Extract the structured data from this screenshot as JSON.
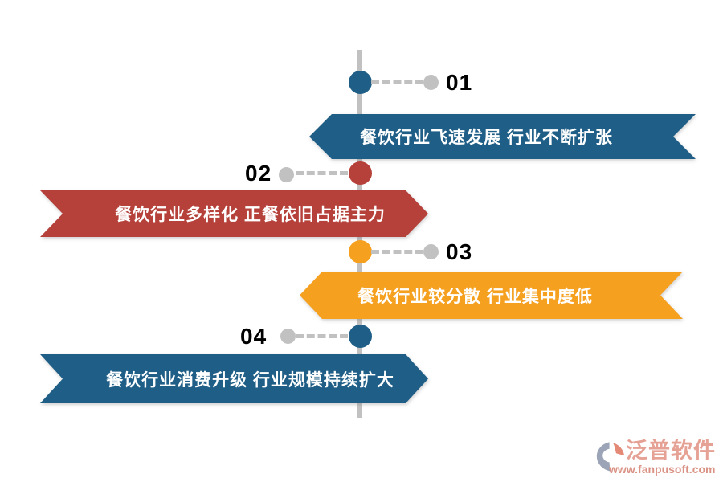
{
  "canvas": {
    "background": "#ffffff"
  },
  "timeline": {
    "line_color": "#c1c1c1",
    "connector_color": "#c1c1c1",
    "number_color": "#000000",
    "items": [
      {
        "number": "01",
        "text": "餐饮行业飞速发展 行业不断扩张",
        "color": "#1f5e86"
      },
      {
        "number": "02",
        "text": "餐饮行业多样化 正餐依旧占据主力",
        "color": "#b5413a"
      },
      {
        "number": "03",
        "text": "餐饮行业较分散 行业集中度低",
        "color": "#f5a01f"
      },
      {
        "number": "04",
        "text": "餐饮行业消费升级 行业规模持续扩大",
        "color": "#1f5e86"
      }
    ]
  },
  "watermark": {
    "brand": "泛普软件",
    "url": "www.fanpusoft.com",
    "brand_color": "#e59d90",
    "url_color": "#d98d7f",
    "icon_gray": "#97a1b4",
    "icon_orange": "#e2836f"
  }
}
